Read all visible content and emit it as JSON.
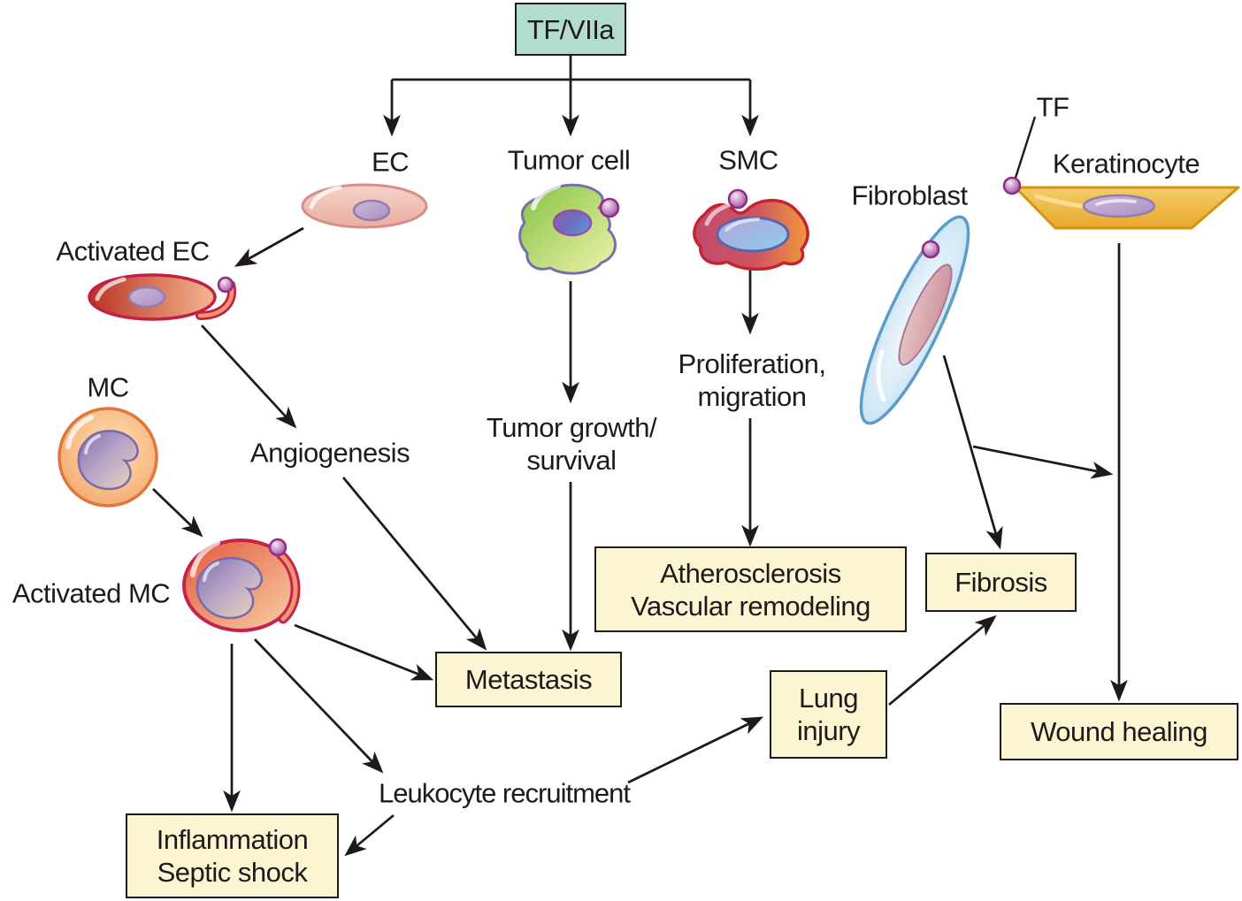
{
  "figure": {
    "title_box": "TF/VIIa",
    "cells": {
      "ec": "EC",
      "tumor_cell": "Tumor cell",
      "smc": "SMC",
      "activated_ec": "Activated EC",
      "mc": "MC",
      "activated_mc": "Activated MC",
      "fibroblast": "Fibroblast",
      "keratinocyte": "Keratinocyte",
      "tf": "TF"
    },
    "processes": {
      "angiogenesis": "Angiogenesis",
      "tumor_growth_1": "Tumor growth/",
      "tumor_growth_2": "survival",
      "proliferation_1": "Proliferation,",
      "proliferation_2": "migration",
      "leukocyte_recruitment": "Leukocyte recruitment"
    },
    "outcomes": {
      "atherosclerosis_1": "Atherosclerosis",
      "atherosclerosis_2": "Vascular remodeling",
      "fibrosis": "Fibrosis",
      "metastasis": "Metastasis",
      "lung_injury_1": "Lung",
      "lung_injury_2": "injury",
      "wound_healing": "Wound healing",
      "inflammation_1": "Inflammation",
      "inflammation_2": "Septic shock"
    },
    "colors": {
      "title_box_fill": "#b2dccd",
      "outcome_box_fill": "#fbf5d2",
      "line": "#1e1a1b",
      "background": "#ffffff",
      "tf_dot": "#a557a3"
    },
    "edges": [
      {
        "from": "TF/VIIa",
        "to": "EC"
      },
      {
        "from": "TF/VIIa",
        "to": "Tumor cell"
      },
      {
        "from": "TF/VIIa",
        "to": "SMC"
      },
      {
        "from": "EC",
        "to": "Activated EC"
      },
      {
        "from": "Activated EC",
        "to": "Angiogenesis"
      },
      {
        "from": "Angiogenesis",
        "to": "Metastasis"
      },
      {
        "from": "MC",
        "to": "Activated MC"
      },
      {
        "from": "Activated MC",
        "to": "Metastasis"
      },
      {
        "from": "Activated MC",
        "to": "Leukocyte recruitment"
      },
      {
        "from": "Activated MC",
        "to": "Inflammation Septic shock"
      },
      {
        "from": "Leukocyte recruitment",
        "to": "Inflammation Septic shock"
      },
      {
        "from": "Leukocyte recruitment",
        "to": "Lung injury"
      },
      {
        "from": "Lung injury",
        "to": "Fibrosis"
      },
      {
        "from": "Tumor cell",
        "to": "Tumor growth/survival"
      },
      {
        "from": "Tumor growth/survival",
        "to": "Metastasis"
      },
      {
        "from": "SMC",
        "to": "Proliferation, migration"
      },
      {
        "from": "Proliferation, migration",
        "to": "Atherosclerosis Vascular remodeling"
      },
      {
        "from": "Fibroblast",
        "to": "Fibrosis"
      },
      {
        "from": "Fibroblast",
        "to": "Keratinocyte wound-healing pathway"
      },
      {
        "from": "Keratinocyte",
        "to": "Wound healing"
      },
      {
        "from": "TF",
        "to": "Keratinocyte"
      }
    ]
  }
}
